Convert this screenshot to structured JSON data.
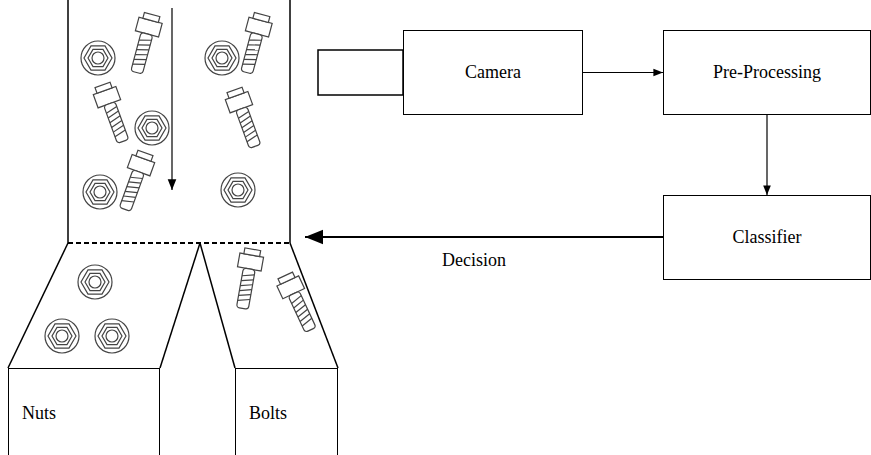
{
  "diagram": {
    "nodes": [
      {
        "text": [
          "Camera"
        ]
      },
      {
        "text": [
          "Pre-Processing"
        ]
      },
      {
        "text": [
          "Classifier"
        ]
      },
      {
        "text": [
          "Nuts"
        ]
      },
      {
        "text": [
          "Bolts"
        ]
      }
    ],
    "edges": [
      {
        "from": 0,
        "to": 1,
        "arrow": "to"
      },
      {
        "from": 1,
        "to": 2,
        "arrow": "to"
      }
    ],
    "labels": [
      "Decision"
    ]
  }
}
